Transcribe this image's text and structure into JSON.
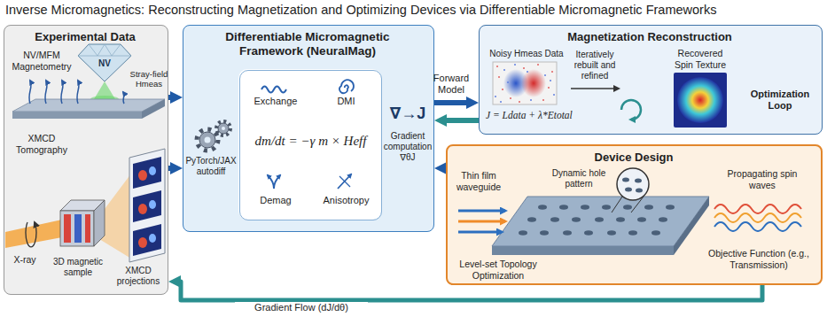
{
  "diagram": {
    "title": "Inverse Micromagnetics: Reconstructing Magnetization and Optimizing Devices via Differentiable Micromagnetic Frameworks",
    "nodes": [
      {
        "text": [
          "Experimental Data"
        ]
      },
      {
        "text": [
          "Differentiable Micromagnetic Framework (NeuralMag)"
        ]
      },
      {
        "text": [
          "Exchange",
          "DMI",
          "dm/dt = −γ m × Heff",
          "Demag",
          "Anisotropy"
        ],
        "in": 1
      },
      {
        "text": [
          "Magnetization Reconstruction"
        ]
      },
      {
        "text": [
          "Device Design"
        ]
      }
    ],
    "edges": [
      {
        "from": 0,
        "to": 1,
        "arrow": "to"
      },
      {
        "from": 0,
        "to": 1,
        "arrow": "to"
      },
      {
        "from": 1,
        "to": 3,
        "label": "Forward Model",
        "arrow": "to"
      },
      {
        "from": 3,
        "to": 1,
        "arrow": "to"
      },
      {
        "from": 4,
        "to": 1,
        "arrow": "to"
      },
      {
        "from": 4,
        "to": 0,
        "label": "Gradient Flow (dJ/dθ)",
        "arrow": "to"
      }
    ],
    "labels": [
      "NV/MFM Magnetometry",
      "NV",
      "Stray-field Hmeas",
      "XMCD Tomography",
      "X-ray",
      "3D magnetic sample",
      "XMCD projections",
      "PyTorch/JAX autodiff",
      "∇→J",
      "Gradient computation ∇θJ",
      "Noisy Hmeas Data",
      "Iteratively rebuilt and refined",
      "Recovered Spin Texture",
      "J = Ldata + λ*Etotal",
      "Optimization Loop",
      "Thin film waveguide",
      "Dynamic hole pattern",
      "Propagating spin waves",
      "Level-set Topology Optimization",
      "Objective Function (e.g., Transmission)"
    ]
  }
}
